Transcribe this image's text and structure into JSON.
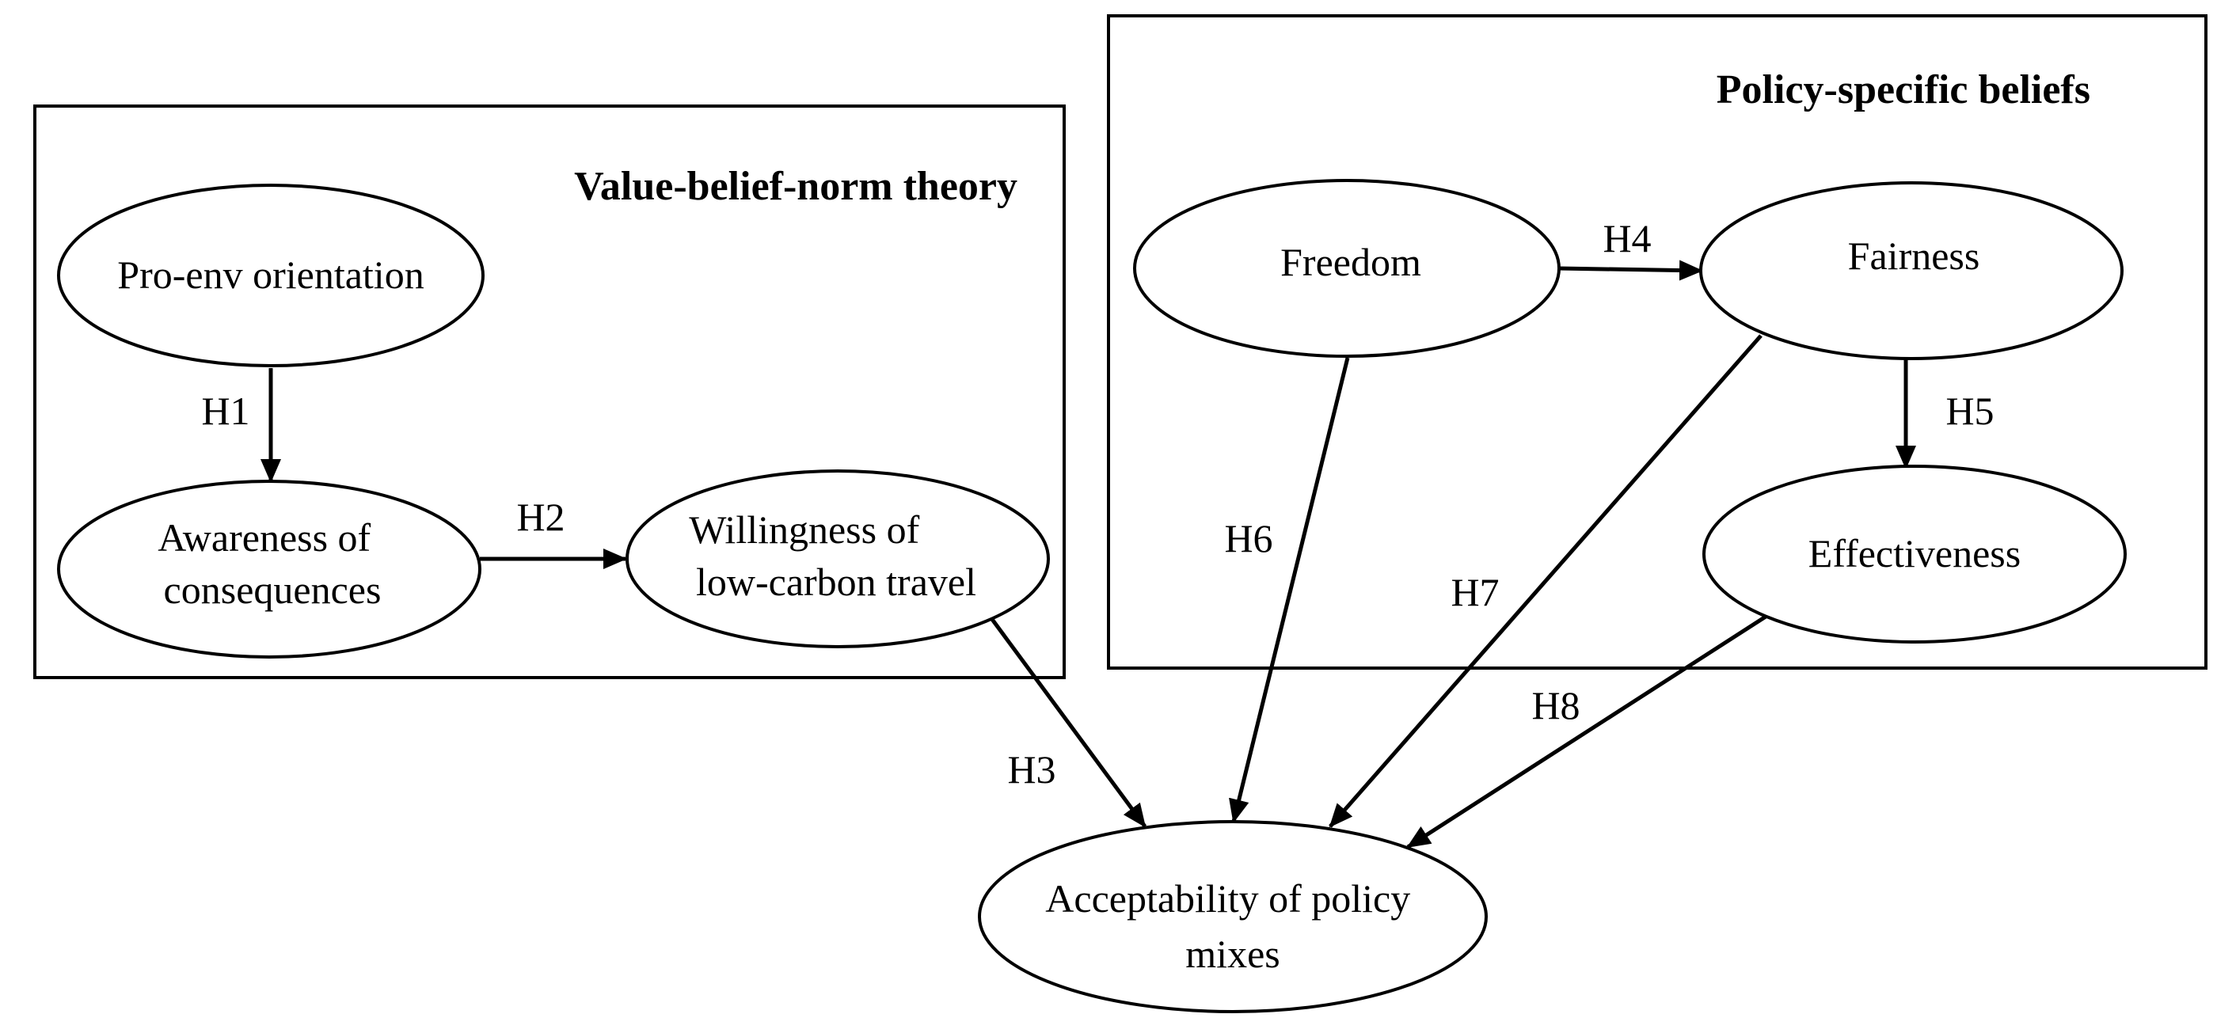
{
  "groups": {
    "vbn": {
      "title": "Value-belief-norm theory"
    },
    "policy": {
      "title": "Policy-specific beliefs"
    }
  },
  "nodes": {
    "pro_env": {
      "lines": [
        "Pro-env orientation"
      ]
    },
    "awareness": {
      "lines": [
        "Awareness of",
        "consequences"
      ]
    },
    "willingness": {
      "lines": [
        "Willingness of",
        "low-carbon travel"
      ]
    },
    "freedom": {
      "lines": [
        "Freedom"
      ]
    },
    "fairness": {
      "lines": [
        "Fairness"
      ]
    },
    "effectiveness": {
      "lines": [
        "Effectiveness"
      ]
    },
    "acceptability": {
      "lines": [
        "Acceptability of policy",
        "mixes"
      ]
    }
  },
  "edges": [
    {
      "id": "h1",
      "from": "pro_env",
      "to": "awareness",
      "label": "H1"
    },
    {
      "id": "h2",
      "from": "awareness",
      "to": "willingness",
      "label": "H2"
    },
    {
      "id": "h3",
      "from": "willingness",
      "to": "acceptability",
      "label": "H3"
    },
    {
      "id": "h4",
      "from": "freedom",
      "to": "fairness",
      "label": "H4"
    },
    {
      "id": "h5",
      "from": "fairness",
      "to": "effectiveness",
      "label": "H5"
    },
    {
      "id": "h6",
      "from": "freedom",
      "to": "acceptability",
      "label": "H6"
    },
    {
      "id": "h7",
      "from": "fairness",
      "to": "acceptability",
      "label": "H7"
    },
    {
      "id": "h8",
      "from": "effectiveness",
      "to": "acceptability",
      "label": "H8"
    }
  ]
}
